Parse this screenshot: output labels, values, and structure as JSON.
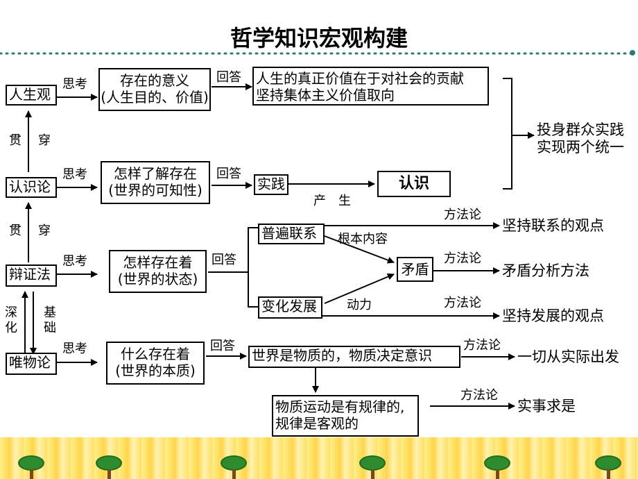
{
  "title": "哲学知识宏观构建",
  "colors": {
    "footer_flowers": "#ffd54a",
    "tree_green": "#2e8b2e",
    "line": "#000000",
    "dots": "#2a7a7a"
  },
  "nodes": {
    "rensheng": "人生观",
    "renshi_lun": "认识论",
    "bianzheng": "辩证法",
    "weiwu": "唯物论",
    "cunzai_yiyi": "存在的意义",
    "cunzai_yiyi_sub": "(人生目的、价值)",
    "zenyang_liaojie": "怎样了解存在",
    "zenyang_liaojie_sub": "(世界的可知性)",
    "zenyang_cunzai": "怎样存在着",
    "zenyang_cunzai_sub": "(世界的状态)",
    "shenme_cunzai": "什么存在着",
    "shenme_cunzai_sub": "(世界的本质)",
    "jiazhi_line1": "人生的真正价值在于对社会的贡献",
    "jiazhi_line2": "坚持集体主义价值取向",
    "shijian": "实践",
    "renshi": "认识",
    "pubian": "普遍联系",
    "bianhua": "变化发展",
    "maodun": "矛盾",
    "wuzhi": "世界是物质的，物质决定意识",
    "guilv_line1": "物质运动是有规律的,",
    "guilv_line2": "规律是客观的",
    "toushen_line1": "投身群众实践",
    "toushen_line2": "实现两个统一",
    "lianxi_guandian": "坚持联系的观点",
    "maodun_fenxi": "矛盾分析方法",
    "fazhan_guandian": "坚持发展的观点",
    "yiqie": "一切从实际出发",
    "shishi": "实事求是"
  },
  "labels": {
    "sikao": "思考",
    "huida": "回答",
    "guan": "贯",
    "chuan": "穿",
    "shen": "深",
    "hua": "化",
    "ji": "基",
    "chu": "础",
    "chansheng": "产　生",
    "genben": "根本内容",
    "dongli": "动力",
    "fangfalun": "方法论"
  }
}
